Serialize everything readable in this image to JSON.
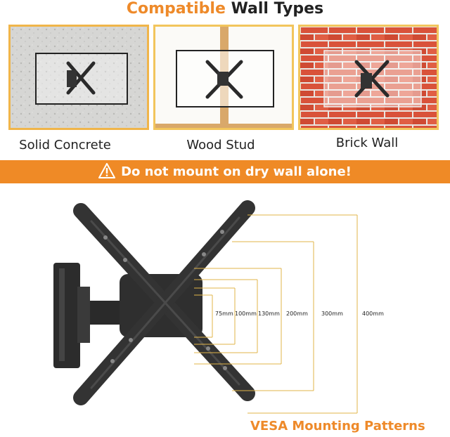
{
  "header": {
    "accent": "Compatible",
    "rest": "Wall Types"
  },
  "walls": [
    {
      "label": "Solid Concrete"
    },
    {
      "label": "Wood Stud"
    },
    {
      "label": "Brick Wall"
    }
  ],
  "warning": {
    "text": "Do not mount on dry wall alone!",
    "icon": "warning-triangle-icon"
  },
  "vesa": {
    "labels": [
      "75mm",
      "100mm",
      "130mm",
      "200mm",
      "300mm",
      "400mm"
    ],
    "title": "VESA Mounting Patterns"
  },
  "colors": {
    "accent": "#ee8a2a",
    "dimension_line": "#e0b44a"
  }
}
